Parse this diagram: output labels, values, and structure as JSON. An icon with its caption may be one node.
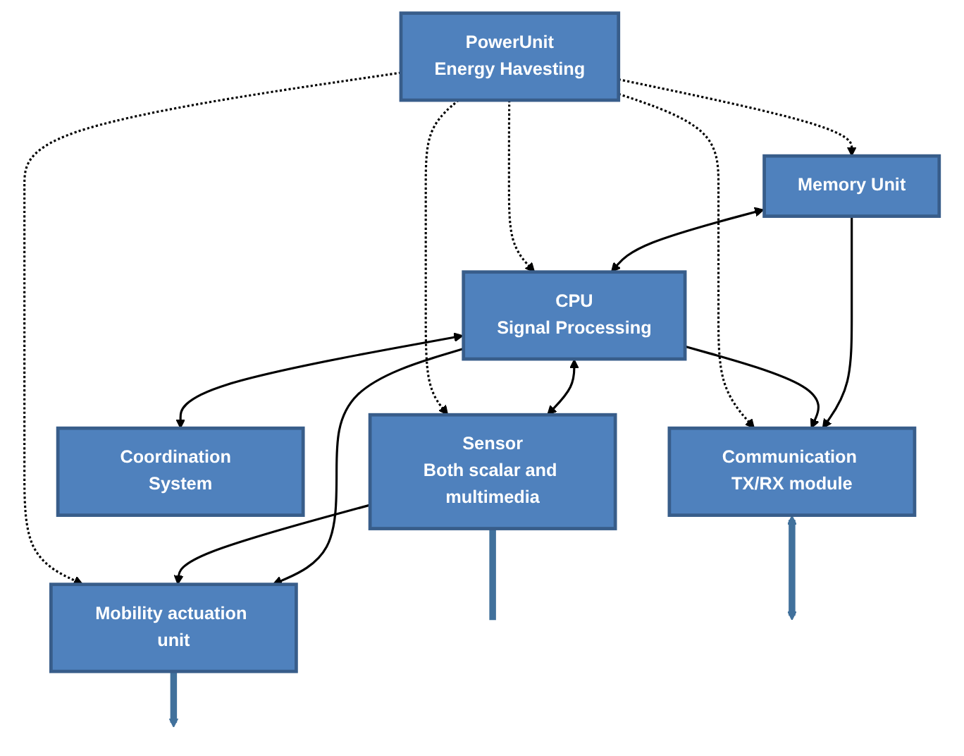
{
  "diagram": {
    "nodes": [
      {
        "text": [
          "Memory Unit"
        ]
      },
      {
        "text": [
          "CPU",
          "Signal Processing"
        ]
      },
      {
        "text": [
          "Sensor",
          "Both scalar and multimedia"
        ]
      },
      {
        "text": [
          "PowerUnit",
          "Energy Havesting"
        ]
      },
      {
        "text": [
          "Communication TX/RX module"
        ]
      },
      {
        "text": [
          "Coordination  System"
        ]
      },
      {
        "text": [
          "Mobility actuation unit"
        ]
      }
    ],
    "edges": [
      {
        "from": 0,
        "to": 1,
        "arrow": "both"
      },
      {
        "from": 0,
        "to": 4,
        "arrow": "to"
      },
      {
        "from": 1,
        "to": 4,
        "arrow": "to"
      },
      {
        "from": 1,
        "to": 2,
        "arrow": "both"
      },
      {
        "from": 1,
        "to": 6,
        "arrow": "to"
      },
      {
        "from": 2,
        "to": 6,
        "arrow": "to"
      },
      {
        "from": 1,
        "to": 5,
        "arrow": "both"
      },
      {
        "from": 3,
        "to": 0,
        "arrow": "to",
        "style": "dashed"
      },
      {
        "from": 3,
        "to": 4,
        "arrow": "to",
        "style": "dashed"
      },
      {
        "from": 3,
        "to": 1,
        "arrow": "to",
        "style": "dashed"
      },
      {
        "from": 3,
        "to": 2,
        "arrow": "to",
        "style": "dashed"
      },
      {
        "from": 3,
        "to": 6,
        "arrow": "to",
        "style": "dashed"
      },
      {
        "from": 2,
        "to": null,
        "arrow": "none",
        "style": "thick",
        "color": "#41719c"
      },
      {
        "from": 6,
        "to": null,
        "arrow": "to",
        "style": "thick",
        "color": "#41719c"
      },
      {
        "from": 4,
        "to": null,
        "arrow": "both",
        "style": "thick",
        "color": "#41719c"
      }
    ]
  }
}
